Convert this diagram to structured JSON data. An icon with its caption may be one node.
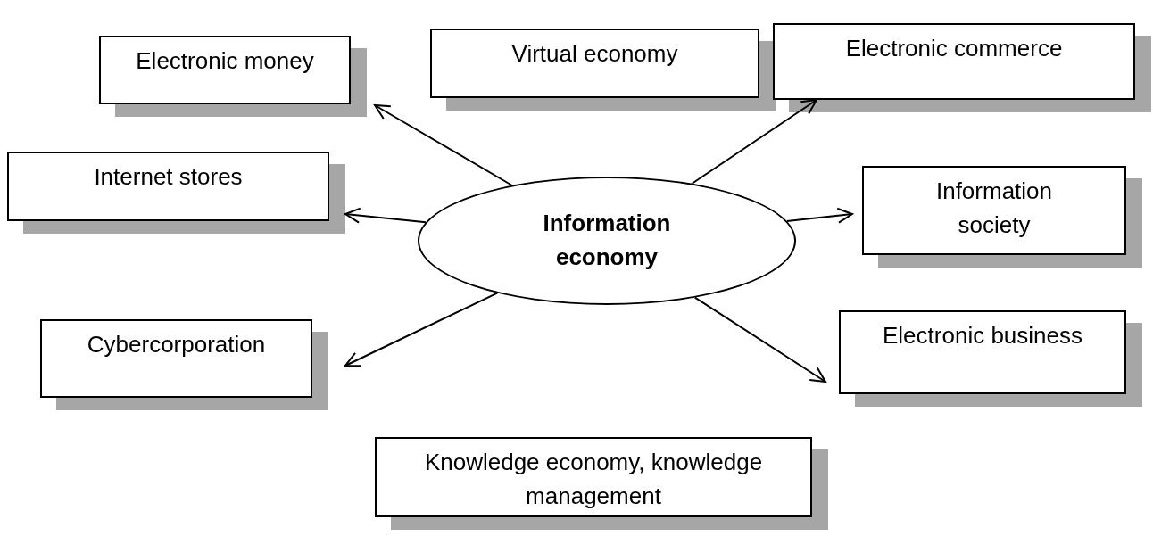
{
  "diagram": {
    "nodes": [
      {
        "text": [
          "Information economy"
        ]
      },
      {
        "text": [
          "Electronic money"
        ]
      },
      {
        "text": [
          "Virtual economy"
        ]
      },
      {
        "text": [
          "Electronic commerce"
        ]
      },
      {
        "text": [
          "Internet stores"
        ]
      },
      {
        "text": [
          "Information society"
        ]
      },
      {
        "text": [
          "Cybercorporation"
        ]
      },
      {
        "text": [
          "Electronic business"
        ]
      },
      {
        "text": [
          "Knowledge economy, knowledge management"
        ]
      }
    ],
    "edges": [
      {
        "from": 0,
        "to": 1,
        "arrow": "to"
      },
      {
        "from": 0,
        "to": 3,
        "arrow": "to"
      },
      {
        "from": 0,
        "to": 4,
        "arrow": "to"
      },
      {
        "from": 0,
        "to": 5,
        "arrow": "to"
      },
      {
        "from": 0,
        "to": 6,
        "arrow": "to"
      },
      {
        "from": 0,
        "to": 7,
        "arrow": "to"
      }
    ]
  }
}
